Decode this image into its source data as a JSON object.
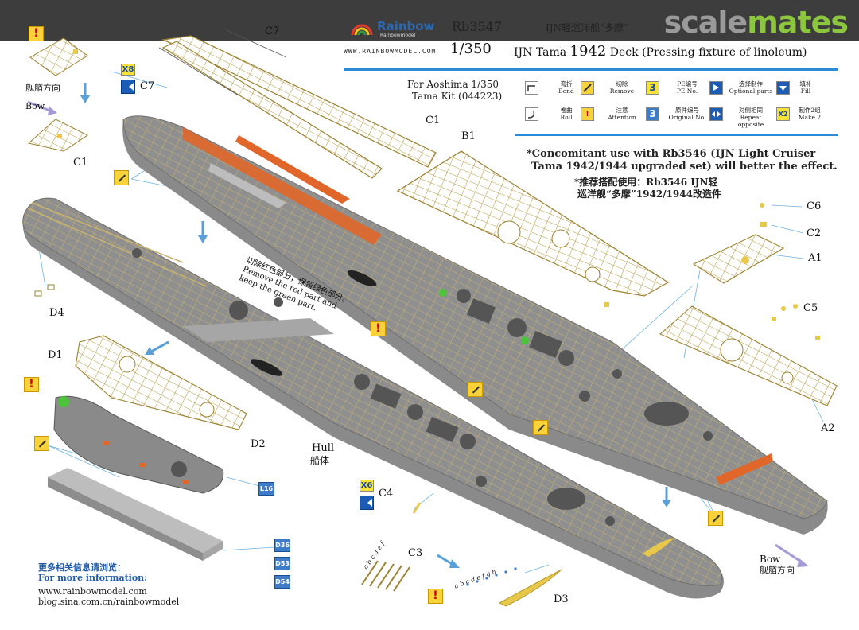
{
  "brand": {
    "watermark_a": "scale",
    "watermark_b": "mates",
    "maker_name": "Rainbow",
    "maker_sub": "Rainbowmodel",
    "product_code": "Rb3547",
    "title_cn": "IJN轻巡洋舰“多摩”",
    "website": "WWW.RAINBOWMODEL.COM",
    "scale": "1/350",
    "title_pre": "IJN Tama",
    "title_year": "1942",
    "title_post": "Deck (Pressing fixture of linoleum)",
    "kit_line1": "For Aoshima 1/350",
    "kit_line2": "Tama Kit (044223)"
  },
  "legend": [
    {
      "cn": "弯折",
      "en": "Bend",
      "icon": "bend-icon"
    },
    {
      "cn": "切除",
      "en": "Remove",
      "icon": "remove-icon"
    },
    {
      "cn": "PE编号",
      "en": "PE No.",
      "icon": "pe-number-icon",
      "glyph": "3"
    },
    {
      "cn": "选择制作",
      "en": "Optional parts",
      "icon": "optional-icon"
    },
    {
      "cn": "填补",
      "en": "Fill",
      "icon": "fill-icon"
    },
    {
      "cn": "卷曲",
      "en": "Roll",
      "icon": "roll-icon"
    },
    {
      "cn": "注意",
      "en": "Attention",
      "icon": "attention-icon",
      "glyph": "!"
    },
    {
      "cn": "原件编号",
      "en": "Original No.",
      "icon": "original-number-icon",
      "glyph": "3"
    },
    {
      "cn": "对侧相同",
      "en": "Repeat opposite",
      "icon": "repeat-opposite-icon"
    },
    {
      "cn": "制作2组",
      "en": "Make 2",
      "icon": "make-two-icon",
      "glyph": "X2"
    }
  ],
  "note": {
    "en_line1": "*Concomitant use with Rb3546 (IJN Light Cruiser",
    "en_line2": "Tama 1942/1944 upgraded set) will better the effect.",
    "cn_line1": "*推荐搭配使用：Rb3546 IJN轻",
    "cn_line2": "巡洋舰“多摩”1942/1944改造件"
  },
  "instruction": {
    "cn": "切除红色部分，保留绿色部分。",
    "en1": "Remove the red part and",
    "en2": "keep the green part."
  },
  "labels": {
    "c7_top": "C7",
    "c7_side": "C7",
    "x8": "X8",
    "x6": "X6",
    "c1_left": "C1",
    "c1_top": "C1",
    "b1": "B1",
    "c6": "C6",
    "c2": "C2",
    "a1": "A1",
    "c5": "C5",
    "a2": "A2",
    "d4": "D4",
    "d1": "D1",
    "d2": "D2",
    "hull_en": "Hull",
    "hull_cn": "船体",
    "c4": "C4",
    "c3": "C3",
    "d3": "D3",
    "l16": "L16",
    "d36": "D36",
    "d53": "D53",
    "d54": "D54",
    "bow_left_cn": "舰艏方向",
    "bow_left_en": "Bow",
    "bow_right_en": "Bow",
    "bow_right_cn": "舰艏方向",
    "c3_letters": "a b c d e f",
    "d3_letters": "a b c d e f g h"
  },
  "info": {
    "cn": "更多相关信息请浏览：",
    "en": "For more information:",
    "url1": "www.rainbowmodel.com",
    "url2": "blog.sina.com.cn/rainbowmodel"
  },
  "colors": {
    "watermark_bar": "#3d3d3d",
    "scale_gray": "#9a9a9a",
    "mates_green": "#8cc63f",
    "accent_blue": "#2b8bd6",
    "deck_gray": "#8e8e8e",
    "remove_red": "#e0662a",
    "keep_green": "#4cc43a",
    "brass": "#d9c26e"
  }
}
